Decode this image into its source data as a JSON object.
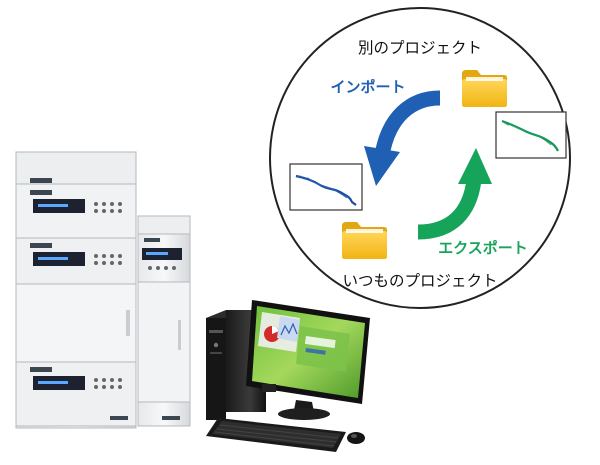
{
  "diagram": {
    "top_label": "別のプロジェクト",
    "bottom_label": "いつものプロジェクト",
    "import_label": "インポート",
    "export_label": "エクスポート",
    "colors": {
      "import_arrow": "#1f5fb4",
      "export_arrow": "#16a45a",
      "import_text": "#1f5fb4",
      "export_text": "#17a55b",
      "folder": "#f6bf1f",
      "folder_dark": "#e2a70c",
      "circle_stroke": "#222222",
      "chromatogram_blue": "#1b4ea0",
      "chromatogram_green": "#18935a"
    },
    "icons": {
      "project_folder_top": "folder-icon",
      "project_folder_bottom": "folder-icon",
      "hplc_system": "hplc-instrument-icon",
      "computer": "desktop-computer-icon"
    }
  }
}
